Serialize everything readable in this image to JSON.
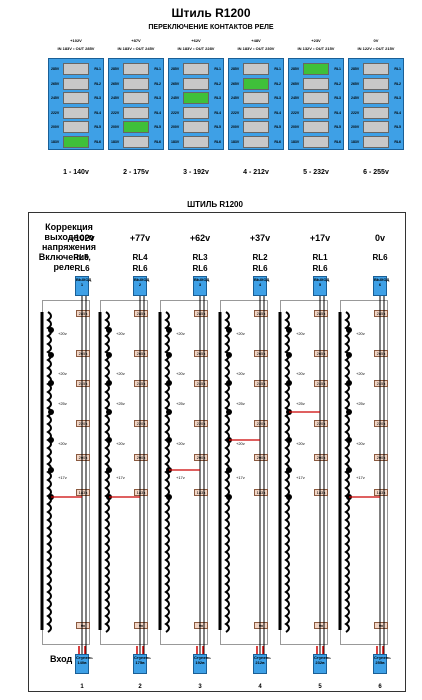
{
  "header": {
    "title": "Штиль  R1200",
    "subtitle": "ПЕРЕКЛЮЧЕНИЕ КОНТАКТОВ РЕЛЕ"
  },
  "top_panels": [
    {
      "delta": "+102V",
      "range": "IN 183V • OUT 285V",
      "caption": "1 - 140v",
      "active": [
        5
      ]
    },
    {
      "delta": "+87V",
      "range": "IN 183V • OUT 245V",
      "caption": "2 - 175v",
      "active": [
        4
      ]
    },
    {
      "delta": "+62V",
      "range": "IN 183V • OUT 228V",
      "caption": "3 - 192v",
      "active": [
        2
      ]
    },
    {
      "delta": "+48V",
      "range": "IN 183V • OUT 230V",
      "caption": "4 - 212v",
      "active": [
        1
      ]
    },
    {
      "delta": "+23V",
      "range": "IN 132V • OUT 215V",
      "caption": "5 - 232v",
      "active": [
        0
      ]
    },
    {
      "delta": "0V",
      "range": "IN 122V • OUT 215V",
      "caption": "6 - 255v",
      "active": []
    }
  ],
  "relay_labels": [
    "RL1",
    "RL2",
    "RL3",
    "RL4",
    "RL5",
    "RL6"
  ],
  "panel_voltages": [
    "183V",
    "200V",
    "222V",
    "245V",
    "265V",
    "285V"
  ],
  "diagram": {
    "title": "ШТИЛЬ R1200",
    "correction_label": "Коррекция выходного напряжения",
    "relay_label": "Включение реле",
    "input_label": "Вход",
    "columns": [
      {
        "delta": "+102v",
        "relays": "RL5,\nRL6",
        "out": "ВЫХОД 1",
        "in": "Ступень 140в",
        "idx": "1"
      },
      {
        "delta": "+77v",
        "relays": "RL4\nRL6",
        "out": "ВЫХОД 2",
        "in": "Ступень 175в",
        "idx": "2"
      },
      {
        "delta": "+62v",
        "relays": "RL3\nRL6",
        "out": "ВЫХОД 3",
        "in": "Ступень 192в",
        "idx": "3"
      },
      {
        "delta": "+37v",
        "relays": "RL2\nRL6",
        "out": "ВЫХОД 4",
        "in": "Ступень 212в",
        "idx": "4"
      },
      {
        "delta": "+17v",
        "relays": "RL1\nRL6",
        "out": "ВЫХОД 5",
        "in": "Ступень 232в",
        "idx": "5"
      },
      {
        "delta": "0v",
        "relays": "RL6",
        "out": "ВЫХОД 6",
        "in": "Ступень 255в",
        "idx": "6"
      }
    ],
    "taps": [
      "285в",
      "265в",
      "245в",
      "220в",
      "200в",
      "183в",
      "0в"
    ],
    "coil_steps": [
      "+20v",
      "+20v",
      "+25v",
      "+20v",
      "+17v"
    ]
  }
}
